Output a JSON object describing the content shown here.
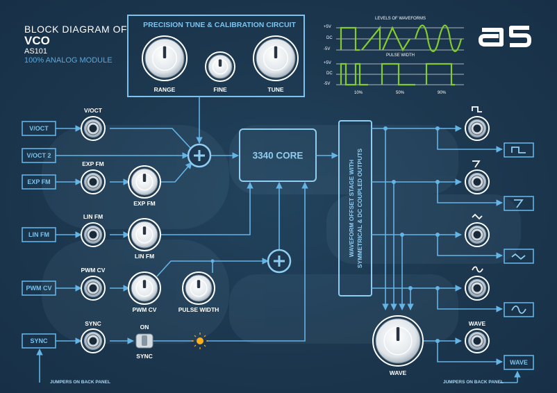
{
  "header": {
    "title_line1": "BLOCK DIAGRAM OF",
    "title_line2": "VCO",
    "model": "AS101",
    "subtitle": "100% ANALOG MODULE"
  },
  "logo": {
    "text": "a5"
  },
  "calibration": {
    "title": "PRECISION TUNE & CALIBRATION CIRCUIT",
    "knobs": [
      "RANGE",
      "FINE",
      "TUNE"
    ]
  },
  "inputs": {
    "voct": "V/OCT",
    "voct2": "V/OCT 2",
    "expfm": "EXP FM",
    "linfm": "LIN FM",
    "pwmcv": "PWM CV",
    "sync": "SYNC"
  },
  "jack_labels": {
    "voct": "V/OCT",
    "expfm": "EXP FM",
    "linfm": "LIN FM",
    "pwmcv": "PWM CV",
    "sync": "SYNC",
    "wave": "WAVE"
  },
  "knob_labels": {
    "expfm": "EXP FM",
    "linfm": "LIN FM",
    "pwmcv": "PWM CV",
    "pulsewidth": "PULSE WIDTH",
    "wave": "WAVE"
  },
  "switch": {
    "top": "ON",
    "bottom": "SYNC"
  },
  "core": {
    "label": "3340 CORE"
  },
  "stage": {
    "line1": "WAVEFORM OFFSET STAGE WITH",
    "line2": "SYMMETRICAL & DC COUPLED OUTPUTS"
  },
  "outputs": {
    "square": "⎍",
    "saw": "7",
    "triangle": "⁓",
    "sine": "∿",
    "wave": "WAVE",
    "wave_box": "WAVE"
  },
  "jumpers": {
    "left": "JUMPERS ON BACK PANEL",
    "right": "JUMPERS ON BACK PANEL"
  },
  "scope": {
    "levels_title": "LEVELS OF WAVEFORMS",
    "pulse_title": "PULSE WIDTH",
    "top_levels": [
      "+5V",
      "DC",
      "-5V"
    ],
    "bottom_levels": [
      "+5V",
      "DC",
      "-5V"
    ],
    "pulse_widths": [
      "10%",
      "50%",
      "90%"
    ]
  },
  "colors": {
    "wire": "#64b4e6",
    "accent": "#7cc3ee",
    "wave": "#84cc2e",
    "led": "#ffb020",
    "background": "#1d3a52"
  }
}
